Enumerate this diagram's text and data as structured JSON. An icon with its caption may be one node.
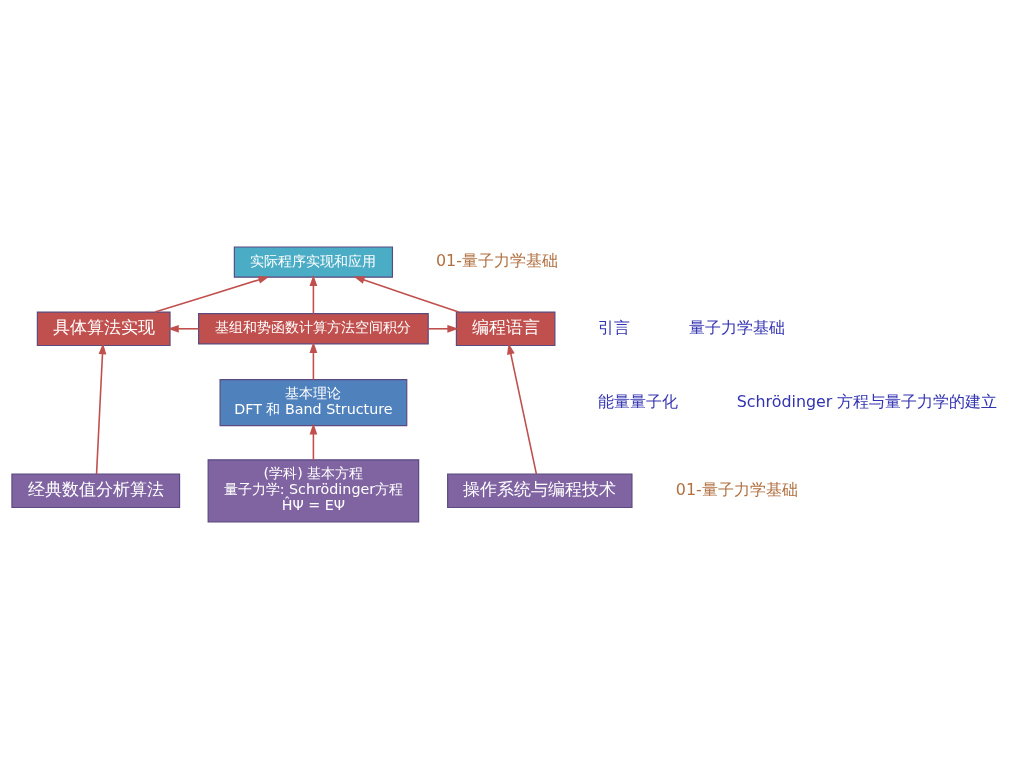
{
  "diagram": {
    "nodes": [
      {
        "text": [
          "实际程序实现和应用"
        ]
      },
      {
        "text": [
          "具体算法实现"
        ]
      },
      {
        "text": [
          "基组和势函数计算方法空间积分"
        ]
      },
      {
        "text": [
          "编程语言"
        ]
      },
      {
        "text": [
          "基本理论",
          "DFT 和 Band Structure"
        ]
      },
      {
        "text": [
          "经典数值分析算法"
        ]
      },
      {
        "text": [
          "(学科) 基本方程",
          "量子力学: Schrödinger方程",
          "ĤΨ = EΨ"
        ]
      },
      {
        "text": [
          "操作系统与编程技术"
        ]
      }
    ],
    "edges": [
      {
        "from": 1,
        "to": 0,
        "arrow": "to"
      },
      {
        "from": 2,
        "to": 0,
        "arrow": "to"
      },
      {
        "from": 3,
        "to": 0,
        "arrow": "to"
      },
      {
        "from": 2,
        "to": 1,
        "arrow": "to"
      },
      {
        "from": 2,
        "to": 3,
        "arrow": "to"
      },
      {
        "from": 4,
        "to": 2,
        "arrow": "to"
      },
      {
        "from": 5,
        "to": 1,
        "arrow": "to"
      },
      {
        "from": 6,
        "to": 4,
        "arrow": "to"
      },
      {
        "from": 7,
        "to": 3,
        "arrow": "to"
      }
    ],
    "labels": [
      "01-量子力学基础",
      "引言",
      "量子力学基础",
      "能量量子化",
      "Schrödinger 方程与量子力学的建立",
      "01-量子力学基础"
    ]
  }
}
